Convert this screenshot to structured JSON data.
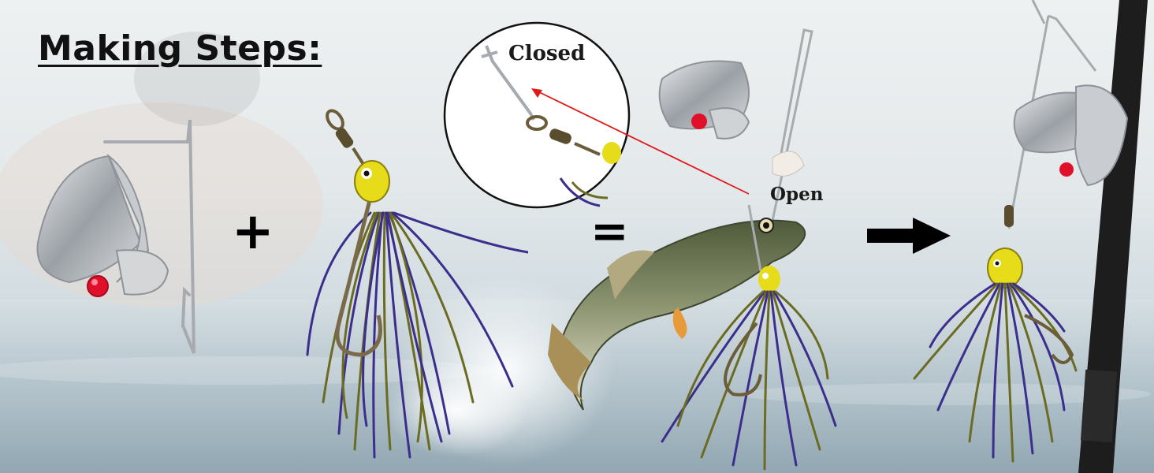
{
  "heading": "Making Steps:",
  "operators": {
    "plus": "+",
    "equals": "="
  },
  "labels": {
    "closed": "Closed",
    "open": "Open"
  },
  "colors": {
    "skirt_olive": "#6b6b22",
    "skirt_purple": "#3b2e8c",
    "head_yellow": "#e6dc1a",
    "bead_red": "#e0102a",
    "arrow": "#e01818",
    "metal": "#b8bcc0"
  },
  "icons": {
    "arrow": "right-arrow-icon",
    "plus": "plus-icon",
    "equals": "equals-icon"
  }
}
